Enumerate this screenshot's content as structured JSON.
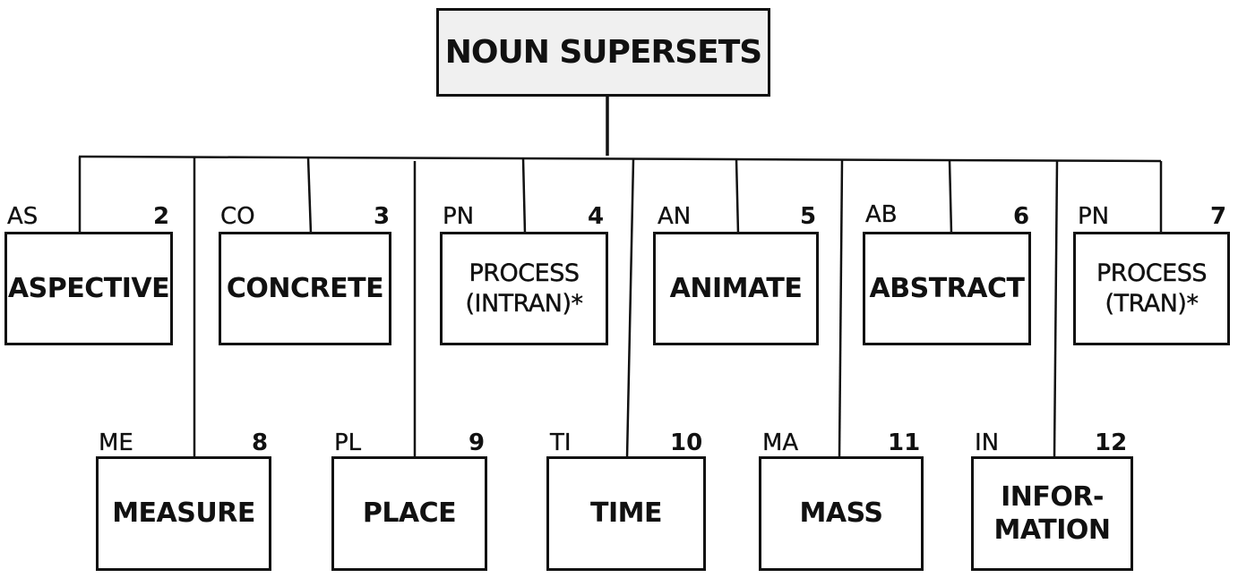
{
  "root": {
    "label": "NOUN SUPERSETS"
  },
  "top_row": [
    {
      "code": "AS",
      "number": "2",
      "lines": [
        "ASPECTIVE"
      ]
    },
    {
      "code": "CO",
      "number": "3",
      "lines": [
        "CONCRETE"
      ]
    },
    {
      "code": "PN",
      "number": "4",
      "lines": [
        "PROCESS",
        "(INTRAN)*"
      ]
    },
    {
      "code": "AN",
      "number": "5",
      "lines": [
        "ANIMATE"
      ]
    },
    {
      "code": "AB",
      "number": "6",
      "lines": [
        "ABSTRACT"
      ]
    },
    {
      "code": "PN",
      "number": "7",
      "lines": [
        "PROCESS",
        "(TRAN)*"
      ]
    }
  ],
  "bottom_row": [
    {
      "code": "ME",
      "number": "8",
      "lines": [
        "MEASURE"
      ]
    },
    {
      "code": "PL",
      "number": "9",
      "lines": [
        "PLACE"
      ]
    },
    {
      "code": "TI",
      "number": "10",
      "lines": [
        "TIME"
      ]
    },
    {
      "code": "MA",
      "number": "11",
      "lines": [
        "MASS"
      ]
    },
    {
      "code": "IN",
      "number": "12",
      "lines": [
        "INFOR-",
        "MATION"
      ]
    }
  ]
}
